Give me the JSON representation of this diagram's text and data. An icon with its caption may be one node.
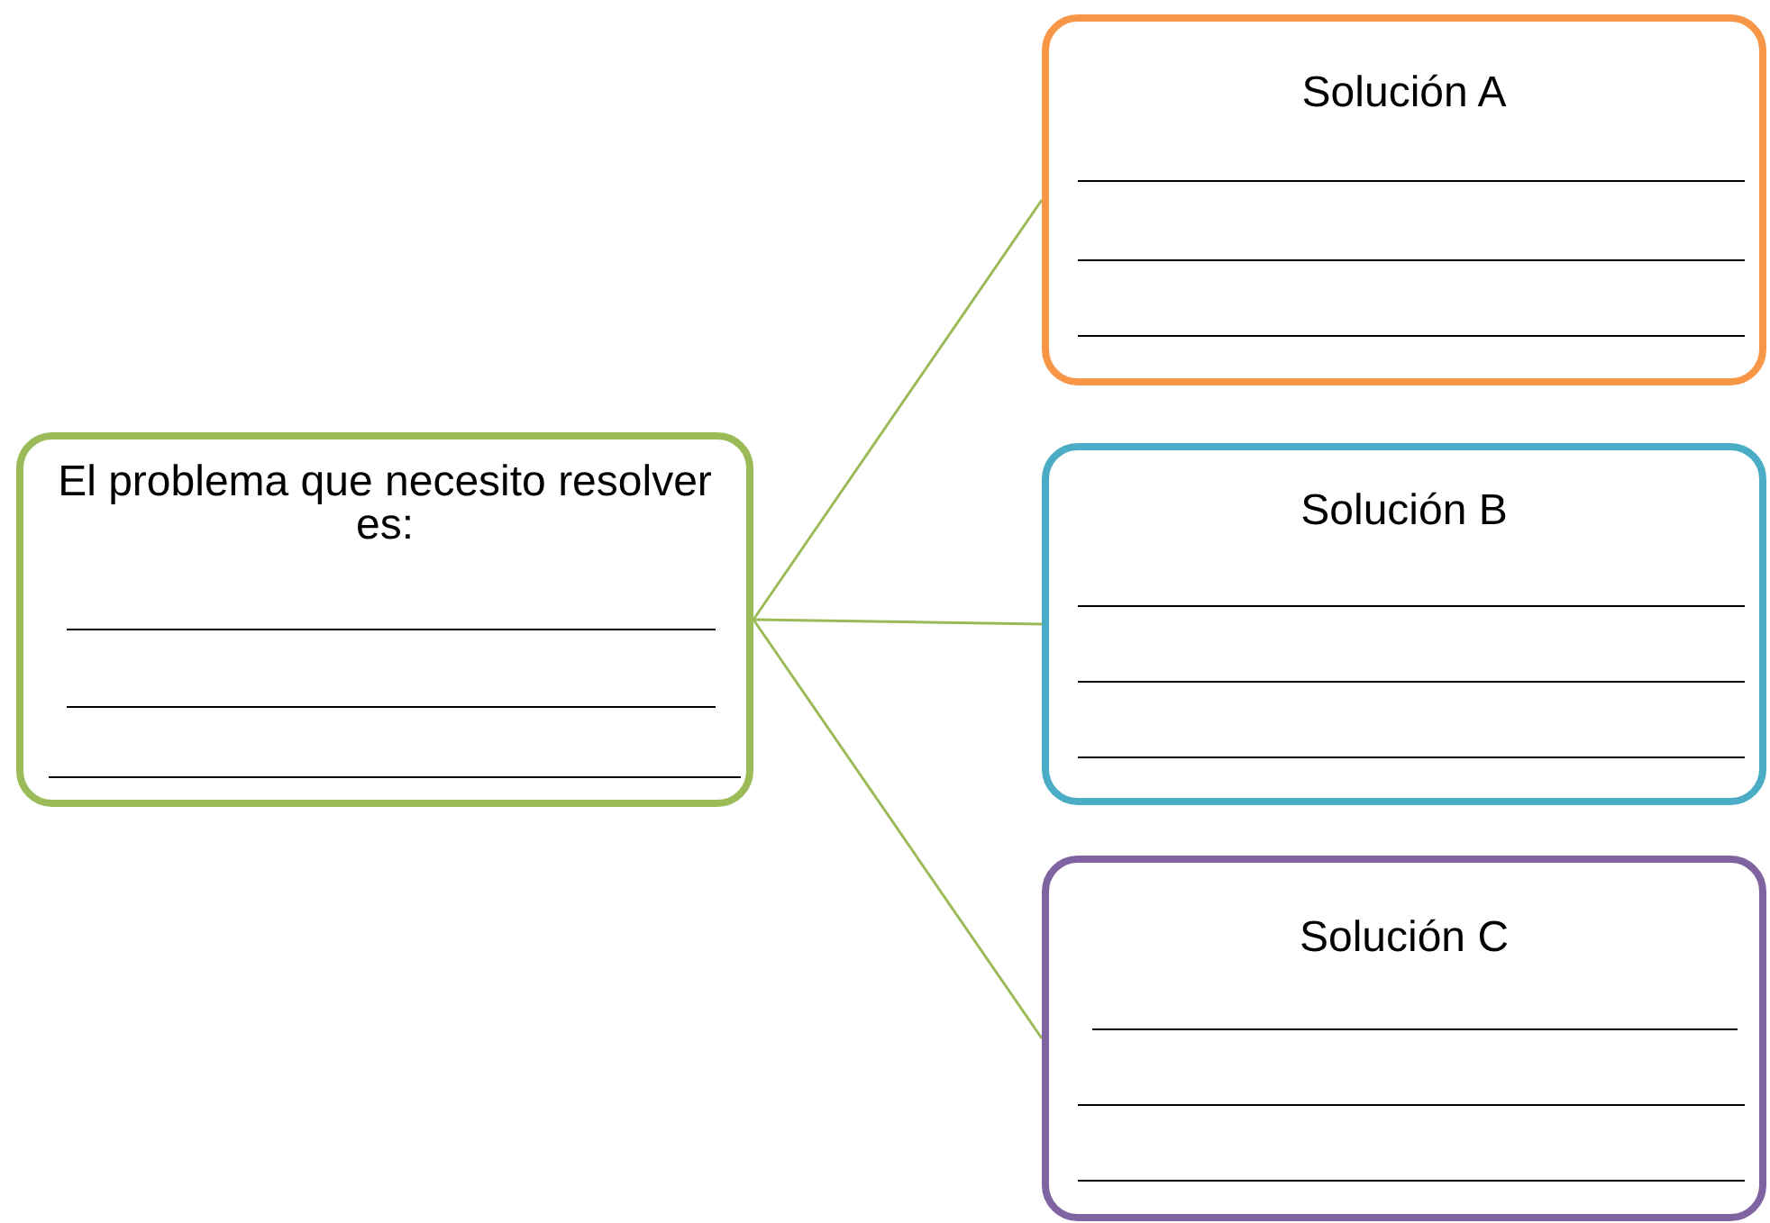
{
  "diagram": {
    "nodes": [
      {
        "text": [
          "El problema que necesito resolver es:"
        ]
      },
      {
        "text": [
          "Solución A"
        ]
      },
      {
        "text": [
          "Solución B"
        ]
      },
      {
        "text": [
          "Solución C"
        ]
      }
    ],
    "edges": [
      {
        "from": 0,
        "to": 1,
        "arrow": "none"
      },
      {
        "from": 0,
        "to": 2,
        "arrow": "none"
      },
      {
        "from": 0,
        "to": 3,
        "arrow": "none"
      }
    ]
  }
}
